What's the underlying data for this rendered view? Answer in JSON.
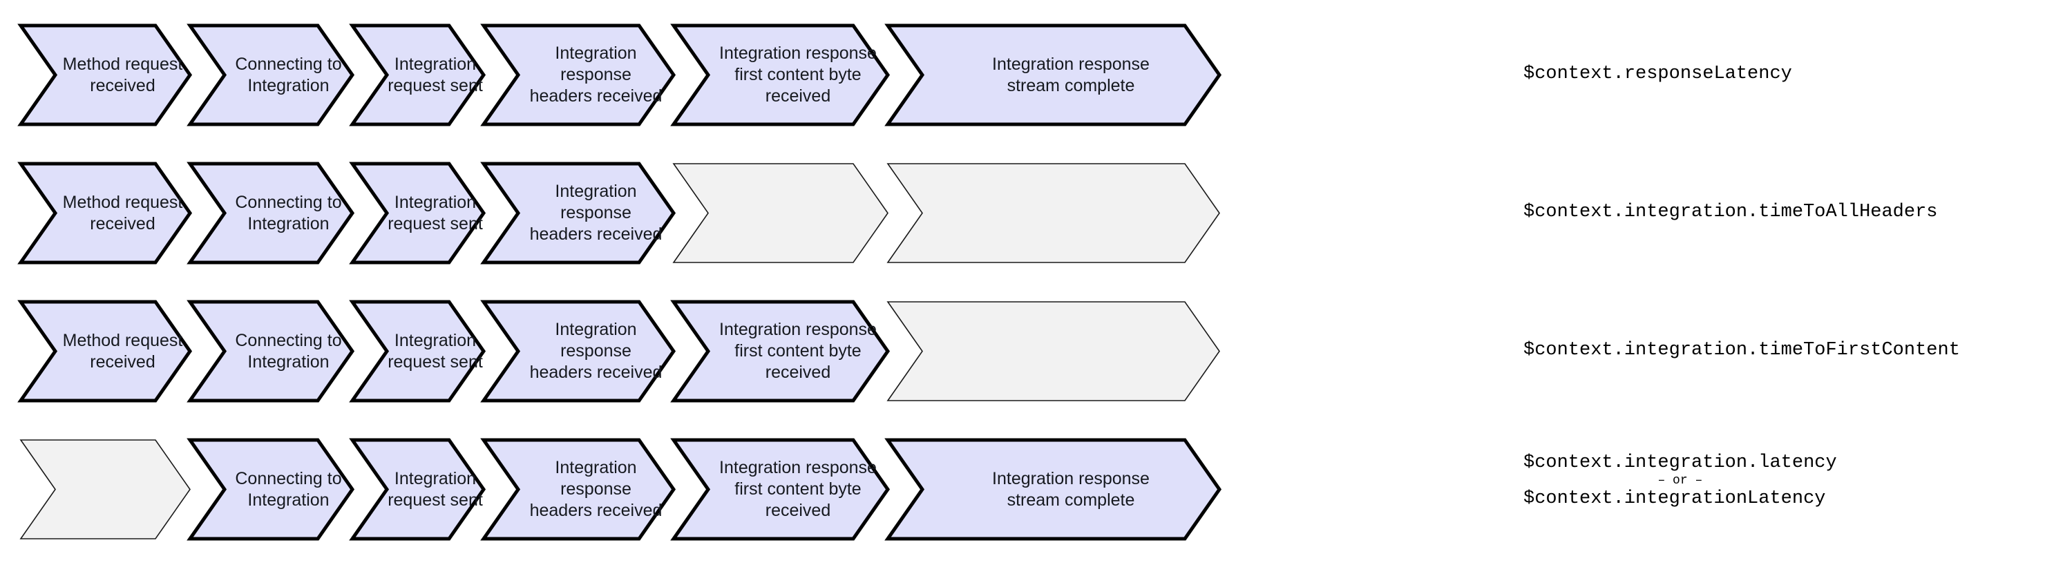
{
  "diagram": {
    "title": "API Gateway integration latency metrics timeline",
    "colors": {
      "active_fill": "#dfe0fa",
      "active_stroke": "#000000",
      "inactive_fill": "#f2f2f2",
      "inactive_stroke": "#1a1a1a",
      "text": "#16191f",
      "background": "#ffffff"
    },
    "stage_names": [
      "Method request\nreceived",
      "Connecting to\nIntegration",
      "Integration\nrequest sent",
      "Integration response\nheaders received",
      "Integration response\nfirst content byte received",
      "Integration response\nstream complete"
    ],
    "rows": [
      {
        "id": "response-latency",
        "label": "$context.responseLatency",
        "label_lines": null,
        "segments": [
          {
            "text": "Method request\nreceived",
            "state": "active"
          },
          {
            "text": "Connecting to\nIntegration",
            "state": "active"
          },
          {
            "text": "Integration\nrequest sent",
            "state": "active"
          },
          {
            "text": "Integration response\nheaders received",
            "state": "active"
          },
          {
            "text": "Integration response\nfirst content byte received",
            "state": "active"
          },
          {
            "text": "Integration response\nstream complete",
            "state": "active"
          }
        ]
      },
      {
        "id": "time-to-all-headers",
        "label": "$context.integration.timeToAllHeaders",
        "label_lines": null,
        "segments": [
          {
            "text": "Method request\nreceived",
            "state": "active"
          },
          {
            "text": "Connecting to\nIntegration",
            "state": "active"
          },
          {
            "text": "Integration\nrequest sent",
            "state": "active"
          },
          {
            "text": "Integration response\nheaders received",
            "state": "active"
          },
          {
            "text": "",
            "state": "inactive"
          },
          {
            "text": "",
            "state": "inactive"
          }
        ]
      },
      {
        "id": "time-to-first-content",
        "label": "$context.integration.timeToFirstContent",
        "label_lines": null,
        "segments": [
          {
            "text": "Method request\nreceived",
            "state": "active"
          },
          {
            "text": "Connecting to\nIntegration",
            "state": "active"
          },
          {
            "text": "Integration\nrequest sent",
            "state": "active"
          },
          {
            "text": "Integration response\nheaders received",
            "state": "active"
          },
          {
            "text": "Integration response\nfirst content byte received",
            "state": "active"
          },
          {
            "text": "",
            "state": "inactive"
          }
        ]
      },
      {
        "id": "integration-latency",
        "label": null,
        "label_lines": {
          "first": "$context.integration.latency",
          "separator": "– or –",
          "second": "$context.integrationLatency"
        },
        "segments": [
          {
            "text": "",
            "state": "inactive"
          },
          {
            "text": "Connecting to\nIntegration",
            "state": "active"
          },
          {
            "text": "Integration\nrequest sent",
            "state": "active"
          },
          {
            "text": "Integration response\nheaders received",
            "state": "active"
          },
          {
            "text": "Integration response\nfirst content byte received",
            "state": "active"
          },
          {
            "text": "Integration response\nstream complete",
            "state": "active"
          }
        ]
      }
    ]
  }
}
